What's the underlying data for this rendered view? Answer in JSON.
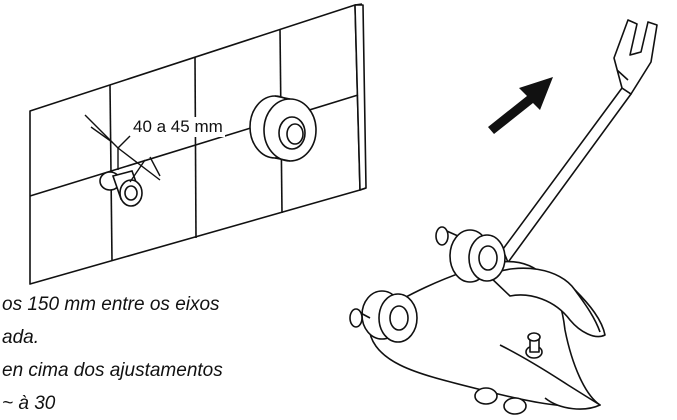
{
  "dimension_label": "40 a 45 mm",
  "caption_lines": [
    "os 150 mm entre os eixos",
    "ada.",
    "en cima dos ajustamentos",
    "   ~  à 30"
  ],
  "colors": {
    "line": "#111111",
    "tile_fill": "#ffffff",
    "arrow": "#111111"
  },
  "icons": [
    "arrow-icon",
    "wrench-icon",
    "faucet-icon"
  ]
}
